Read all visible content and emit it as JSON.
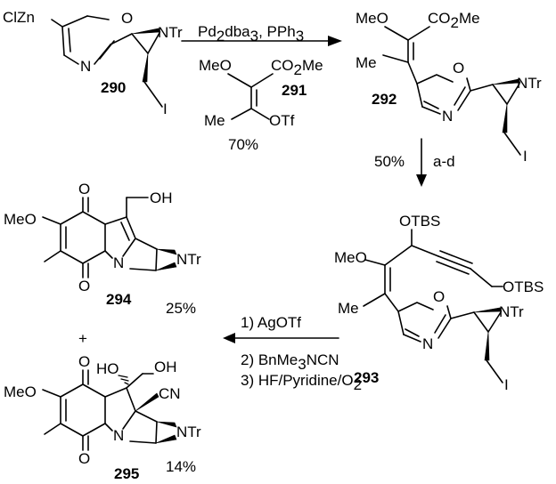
{
  "compounds": {
    "c290": {
      "number": "290",
      "zinc": "ClZn",
      "N": "N",
      "O": "O",
      "aziridine": "NTr",
      "halide": "I"
    },
    "c291": {
      "number": "291",
      "methoxy": "MeO",
      "ester": "CO",
      "ester_sub": "2",
      "ester_end": "Me",
      "methyl": "Me",
      "triflate": "OTf"
    },
    "c292": {
      "number": "292",
      "methoxy": "MeO",
      "ester": "CO",
      "ester_sub": "2",
      "ester_end": "Me",
      "methyl": "Me",
      "N": "N",
      "O": "O",
      "aziridine": "NTr",
      "halide": "I"
    },
    "c293": {
      "number": "293",
      "otbs_top": "OTBS",
      "otbs_right": "OTBS",
      "methoxy": "MeO",
      "methyl": "Me",
      "N": "N",
      "O": "O",
      "aziridine": "NTr",
      "halide": "I"
    },
    "c294": {
      "number": "294",
      "yield": "25%",
      "hydroxy": "OH",
      "methoxy": "MeO",
      "O_top": "O",
      "O_bottom": "O",
      "N": "N",
      "aziridine": "NTr"
    },
    "c295": {
      "number": "295",
      "yield": "14%",
      "ho": "HO",
      "oh": "OH",
      "cn": "CN",
      "methoxy": "MeO",
      "O_top": "O",
      "O_bottom": "O",
      "N": "N",
      "aziridine": "NTr"
    }
  },
  "step1": {
    "reagent_pd": "Pd",
    "reagent_pd_sub": "2",
    "reagent_dba": "dba",
    "reagent_dba_sub": "3",
    "reagent_pph": ", PPh",
    "reagent_pph_sub": "3",
    "yield": "70%"
  },
  "step2": {
    "yield": "50%",
    "conditions": "a-d"
  },
  "step3": {
    "cond1": "1) AgOTf",
    "cond2_pre": "2) BnMe",
    "cond2_sub": "3",
    "cond2_post": "NCN",
    "cond3_pre": "3) HF/Pyridine/O",
    "cond3_sub": "2"
  },
  "plus_sign": "+"
}
